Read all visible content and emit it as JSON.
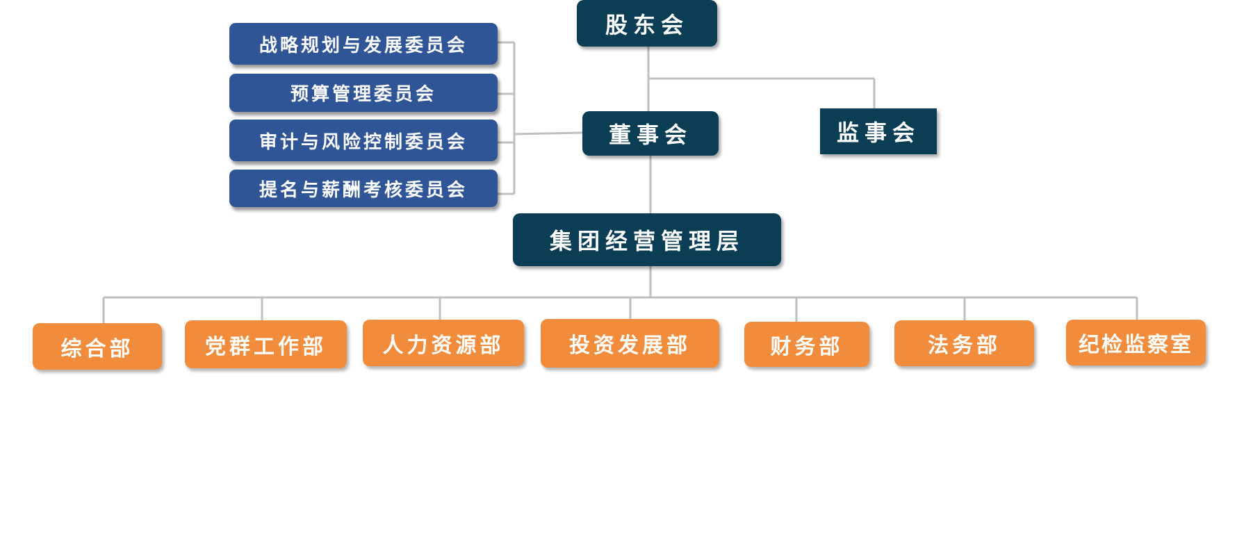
{
  "diagram": {
    "shareholders": "股东会",
    "board": "董事会",
    "supervisory_board": "监事会",
    "management": "集团经营管理层",
    "committees": [
      "战略规划与发展委员会",
      "预算管理委员会",
      "审计与风险控制委员会",
      "提名与薪酬考核委员会"
    ],
    "departments": [
      "综合部",
      "党群工作部",
      "人力资源部",
      "投资发展部",
      "财务部",
      "法务部",
      "纪检监察室"
    ]
  },
  "colors": {
    "governance_box": "#0b3d55",
    "committee_box": "#2f5597",
    "department_box": "#f08c3c",
    "connector": "#bfbfbf",
    "text": "#ffffff"
  }
}
